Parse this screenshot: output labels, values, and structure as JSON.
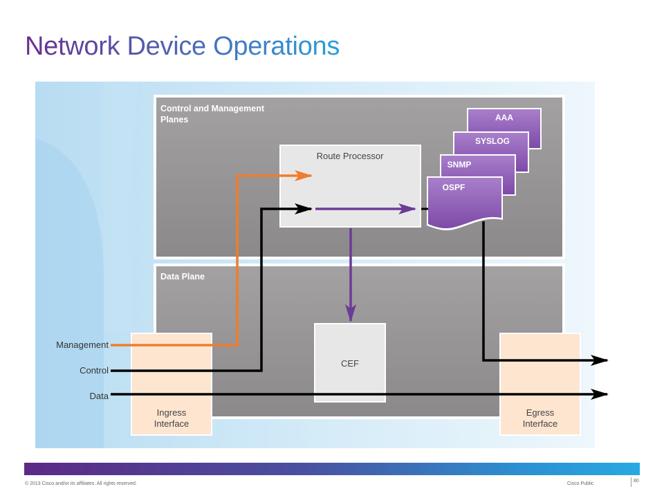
{
  "slide": {
    "title": "Network Device Operations"
  },
  "diagram": {
    "control_plane_label": [
      "Control and Management",
      "Planes"
    ],
    "data_plane_label": "Data Plane",
    "route_processor_label": "Route Processor",
    "cef_label": "CEF",
    "protocols": [
      "AAA",
      "SYSLOG",
      "SNMP",
      "OSPF"
    ],
    "ingress_label": [
      "Ingress",
      "Interface"
    ],
    "egress_label": [
      "Egress",
      "Interface"
    ],
    "inputs": [
      "Management",
      "Control",
      "Data"
    ],
    "colors": {
      "management": "#ef7d2d",
      "control": "#000000",
      "data": "#000000",
      "internal": "#6b3b96",
      "protocol_box": "#9c6cc2"
    }
  },
  "footer": {
    "copyright": "© 2013 Cisco and/or its affiliates. All rights reserved.",
    "classification": "Cisco Public",
    "page": "80"
  }
}
